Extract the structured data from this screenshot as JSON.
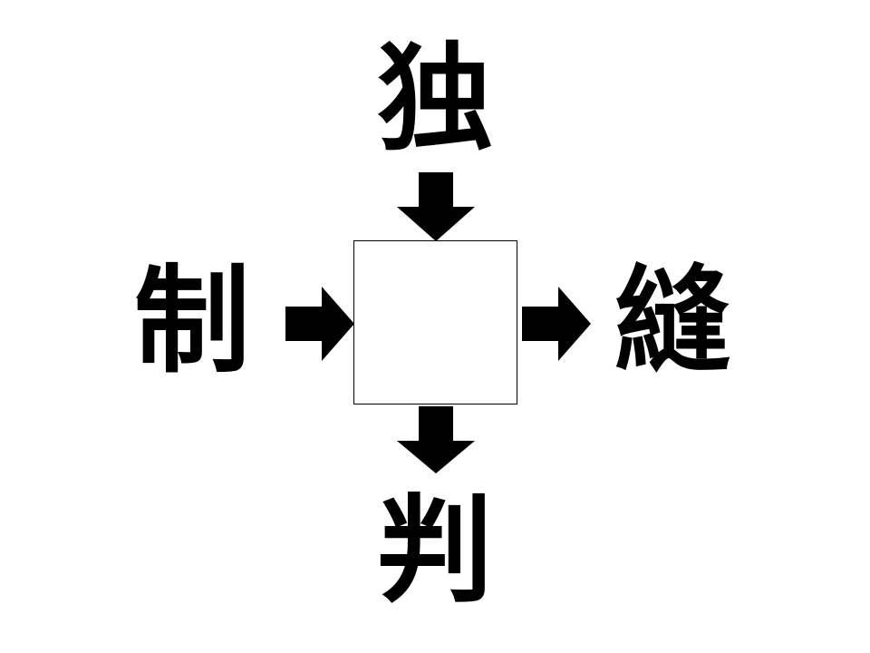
{
  "puzzle": {
    "top_char": "独",
    "left_char": "制",
    "right_char": "縫",
    "bottom_char": "判",
    "answer_box": ""
  },
  "colors": {
    "ink": "#000000",
    "background": "#ffffff"
  }
}
